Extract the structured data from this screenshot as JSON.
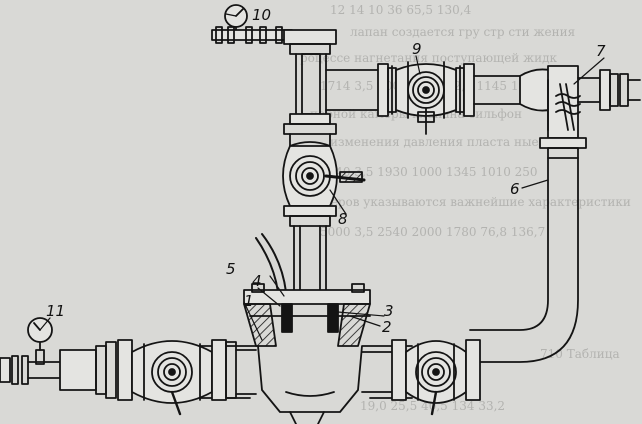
{
  "figure": {
    "callouts": [
      "1",
      "2",
      "3",
      "4",
      "5",
      "6",
      "7",
      "8",
      "9",
      "10",
      "11"
    ]
  },
  "background": {
    "lines": [
      "12   14   10   36   65,5   130,4",
      "лапан создается гру  стр  сти   жения",
      "роцессе нагнетания поступающей жидк",
      "1714   3,5   1000   1800   62,5   1145   195",
      "порной камеры клапана сильфон",
      "изменения давления пласта   ные",
      "2540   3,5   1930   1000   1345   1010   250",
      "размеров указываются важнейшие характеристики",
      "5000   3,5   2540   2000   1780   76,8   136,7",
      "710      Таблица",
      "19,0   25,5   40,5   134   33,2"
    ]
  },
  "colors": {
    "ink": "#141414",
    "paper": "#d9d9d6"
  }
}
